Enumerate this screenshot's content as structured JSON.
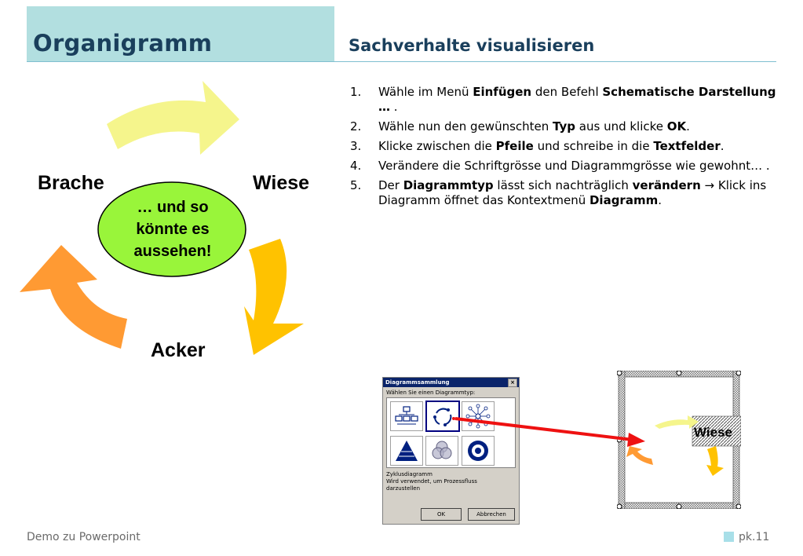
{
  "slide": {
    "title": "Organigramm",
    "subtitle": "Sachverhalte visualisieren"
  },
  "cycle": {
    "labels": [
      "Brache",
      "Wiese",
      "Acker"
    ],
    "center_lines": [
      "… und so",
      "könnte es",
      "aussehen!"
    ],
    "colors": {
      "arrow_top": "#f5f58c",
      "arrow_right": "#ffc200",
      "arrow_left": "#ff9a33",
      "oval": "#99f53a"
    }
  },
  "steps": [
    {
      "num": "1.",
      "parts": [
        {
          "t": "Wähle im Menü "
        },
        {
          "t": "Einfügen",
          "b": true
        },
        {
          "t": " den Befehl "
        },
        {
          "t": "Schematische Darstellung …",
          "b": true
        },
        {
          "t": " ."
        }
      ]
    },
    {
      "num": "2.",
      "parts": [
        {
          "t": "Wähle nun den gewünschten "
        },
        {
          "t": "Typ",
          "b": true
        },
        {
          "t": " aus und klicke "
        },
        {
          "t": "OK",
          "b": true
        },
        {
          "t": "."
        }
      ]
    },
    {
      "num": "3.",
      "parts": [
        {
          "t": "Klicke zwischen die "
        },
        {
          "t": "Pfeile",
          "b": true
        },
        {
          "t": " und schreibe in die "
        },
        {
          "t": "Textfelder",
          "b": true
        },
        {
          "t": "."
        }
      ]
    },
    {
      "num": "4.",
      "parts": [
        {
          "t": "Verändere die Schriftgrösse und Diagrammgrösse wie gewohnt… ."
        }
      ]
    },
    {
      "num": "5.",
      "parts": [
        {
          "t": "Der "
        },
        {
          "t": "Diagrammtyp",
          "b": true
        },
        {
          "t": " lässt sich nachträglich "
        },
        {
          "t": "verändern",
          "b": true
        },
        {
          "t": " → Klick ins Diagramm öffnet das Kontextmenü "
        },
        {
          "t": "Diagramm",
          "b": true
        },
        {
          "t": "."
        }
      ]
    }
  ],
  "dialog": {
    "title": "Diagrammsammlung",
    "close": "×",
    "prompt": "Wählen Sie einen Diagrammtyp:",
    "selected_name": "Zyklusdiagramm",
    "description": "Wird verwendet, um Prozessfluss darzustellen",
    "ok": "OK",
    "cancel": "Abbrechen",
    "types": [
      "organigramm-icon",
      "zyklus-icon",
      "radial-icon",
      "pyramide-icon",
      "venn-icon",
      "ring-icon"
    ]
  },
  "preview": {
    "label": "Wiese"
  },
  "footer": {
    "left": "Demo zu Powerpoint",
    "right": "pk.11"
  }
}
